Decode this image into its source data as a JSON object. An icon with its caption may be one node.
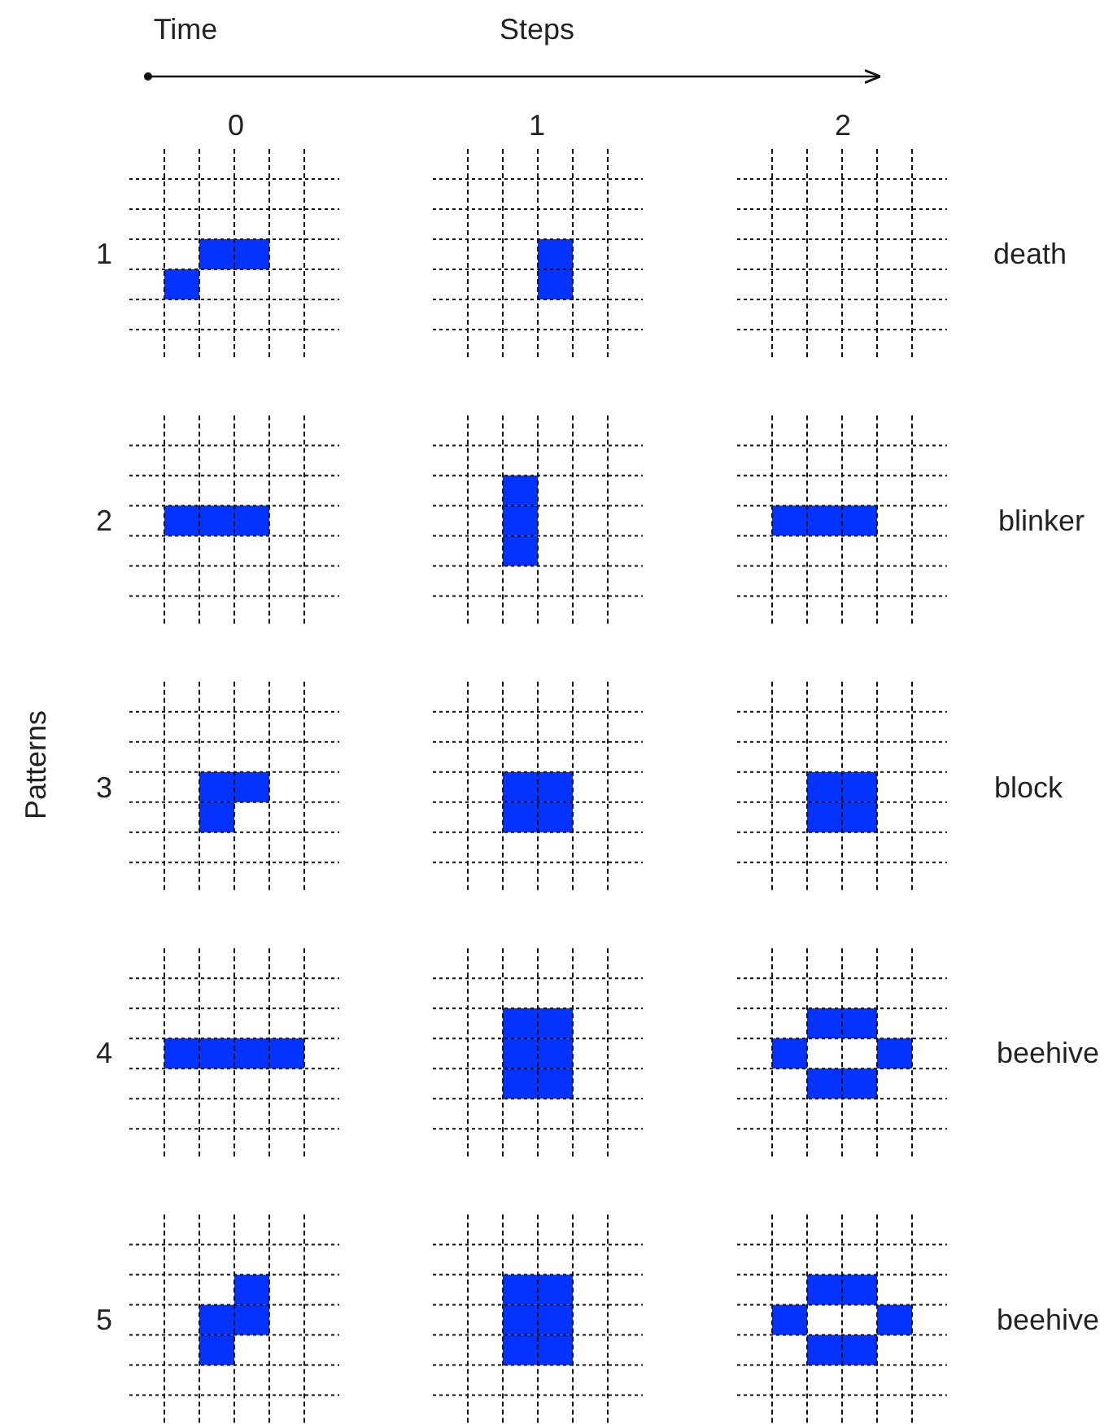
{
  "diagram": {
    "labels": [
      "Time",
      "Steps",
      "0",
      "1",
      "2",
      "1",
      "death",
      "2",
      "blinker",
      "Patterns",
      "3",
      "block",
      "4",
      "beehive",
      "5",
      "beehive"
    ]
  }
}
